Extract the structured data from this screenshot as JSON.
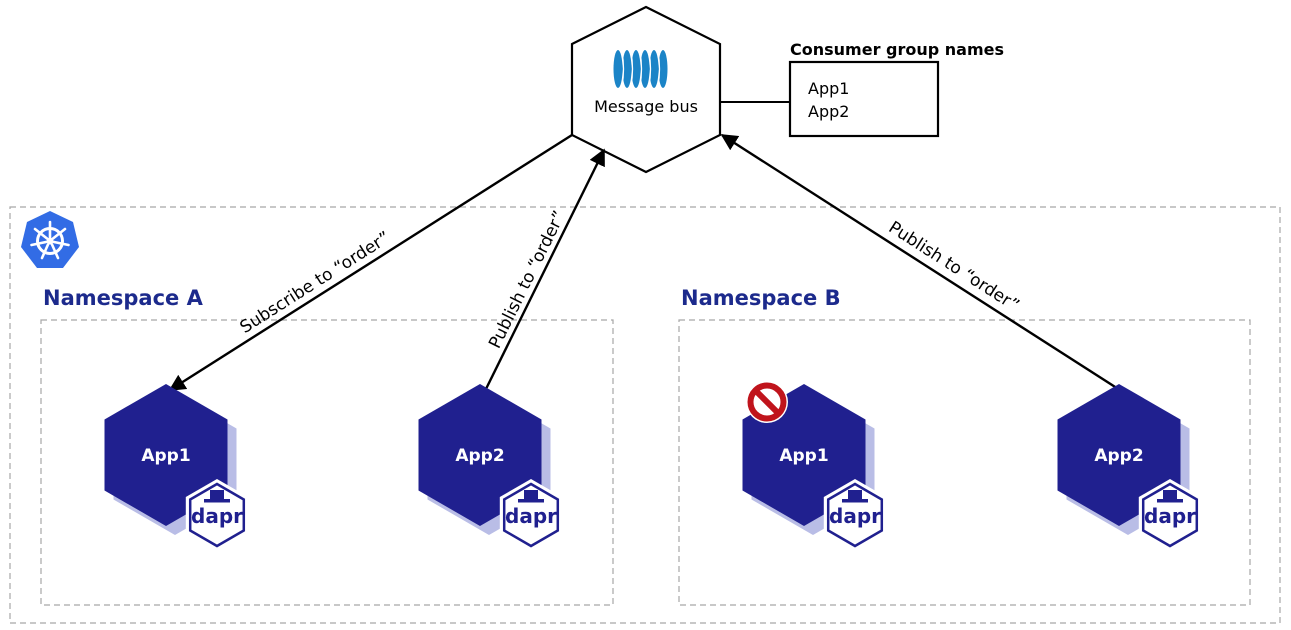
{
  "message_bus": {
    "label": "Message bus",
    "icon": "queue-icon"
  },
  "consumer_group": {
    "title": "Consumer group names",
    "names": [
      "App1",
      "App2"
    ]
  },
  "cluster": {
    "icon": "kubernetes-icon"
  },
  "namespaces": [
    {
      "title": "Namespace A",
      "apps": [
        {
          "label": "App1",
          "badge": "dapr",
          "blocked": false
        },
        {
          "label": "App2",
          "badge": "dapr",
          "blocked": false
        }
      ]
    },
    {
      "title": "Namespace B",
      "apps": [
        {
          "label": "App1",
          "badge": "dapr",
          "blocked": true
        },
        {
          "label": "App2",
          "badge": "dapr",
          "blocked": false
        }
      ]
    }
  ],
  "connections": [
    {
      "label": "Subscribe to “order”"
    },
    {
      "label": "Publish to “order”"
    },
    {
      "label": "Publish to “order”"
    }
  ],
  "colors": {
    "app_fill": "#20208f",
    "app_shadow": "#b9bde6",
    "namespace_title": "#1c2a8c",
    "kubernetes": "#326ce5",
    "queue_icon": "#1b84c7",
    "blocked": "#c0141c",
    "dashed_border": "#a6a6a6"
  }
}
